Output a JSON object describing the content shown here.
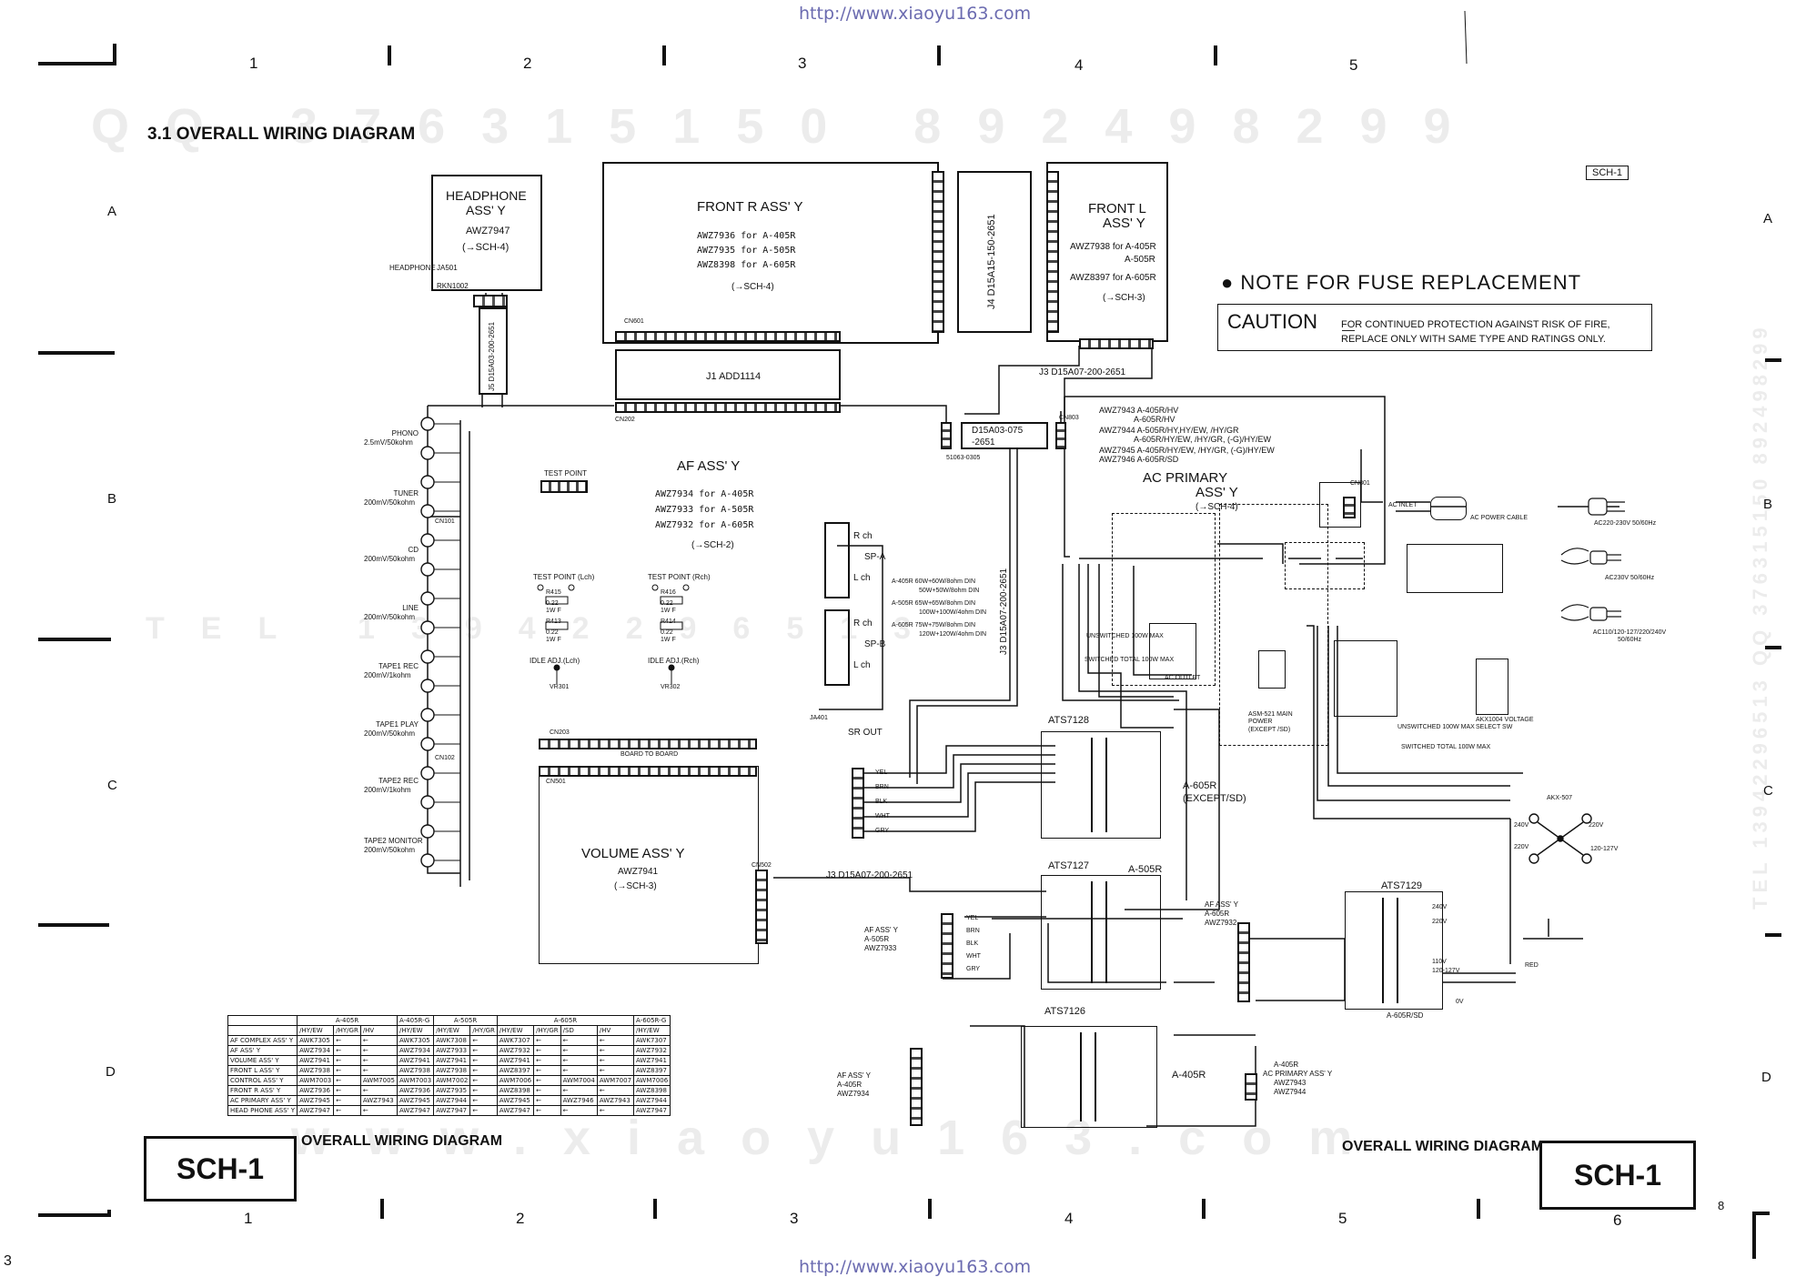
{
  "header_url": "http://www.xiaoyu163.com",
  "footer_url": "http://www.xiaoyu163.com",
  "top_columns": [
    "1",
    "2",
    "3",
    "4",
    "5"
  ],
  "bottom_columns": [
    "1",
    "2",
    "3",
    "4",
    "5",
    "6"
  ],
  "row_letters": [
    "A",
    "B",
    "C",
    "D"
  ],
  "page_corner_left": "3",
  "page_corner_right": "8",
  "section_title": "3.1 OVERALL WIRING DIAGRAM",
  "watermark_top": "QQ 376315150  892498299",
  "watermark_mid": "TEL 13942296513",
  "watermark_bottom": "www.xiaoyu163.com",
  "side_watermark": "TEL 13942296513 QQ 376315150 892498299",
  "sch_ref_small": "SCH-1",
  "sch_label": "SCH-1",
  "footer_left": "OVERALL WIRING DIAGRAM",
  "footer_right": "OVERALL WIRING DIAGRAM",
  "fuse_note": {
    "title": "NOTE FOR FUSE REPLACEMENT",
    "caution": "CAUTION",
    "line1": "FOR CONTINUED PROTECTION AGAINST RISK OF FIRE,",
    "line2": "REPLACE ONLY WITH SAME TYPE AND RATINGS ONLY."
  },
  "headphone": {
    "title1": "HEADPHONE",
    "title2": "ASS' Y",
    "part": "AWZ7947",
    "ref": "(→SCH-4)",
    "jack": "JA501",
    "jack_part": "RKN1002",
    "jack_label": "HEADPHONE"
  },
  "front_r": {
    "title": "FRONT R ASS' Y",
    "rows": [
      "AWZ7936   for   A-405R",
      "AWZ7935   for   A-505R",
      "AWZ8398   for   A-605R"
    ],
    "ref": "(→SCH-4)",
    "cn": "CN601"
  },
  "front_l": {
    "title1": "FRONT L",
    "title2": "ASS' Y",
    "rows": [
      "AWZ7938 for A-405R",
      "A-505R",
      "AWZ8397 for A-605R"
    ],
    "ref": "(→SCH-3)"
  },
  "cables": {
    "j1": "J1 ADD1114",
    "j4": "J4 D15A15-150-2651",
    "j5": "J5 D15A03-200-2651",
    "j3_top": "J3 D15A07-200-2651",
    "j2": "D15A03-075 -2651",
    "j2_ref": "51063-0305",
    "j3_vert": "J3 D15A07-200-2651",
    "j3_bottom": "J3 D15A07-200-2651",
    "cn202": "CN202",
    "cn803": "CN803"
  },
  "af": {
    "title": "AF ASS' Y",
    "rows": [
      "AWZ7934   for  A-405R",
      "AWZ7933   for  A-505R",
      "AWZ7932   for  A-605R"
    ],
    "ref": "(→SCH-2)",
    "test_point": "TEST POINT",
    "cn101": "CN101",
    "cn102": "CN102",
    "tp_l": "TEST POINT (Lch)",
    "tp_r": "TEST POINT (Rch)",
    "idle_l": "IDLE ADJ.(Lch)",
    "idle_r": "IDLE ADJ.(Rch)",
    "vr_l": "VR301",
    "vr_r": "VR302",
    "res_l": [
      "R415",
      "0.22",
      "1W F",
      "R413",
      "0.22",
      "1W F"
    ],
    "res_r": [
      "R416",
      "0.22",
      "1W F",
      "R414",
      "0.22",
      "1W F"
    ]
  },
  "inputs": [
    {
      "name": "PHONO",
      "spec": "2.5mV/50kohm"
    },
    {
      "name": "TUNER",
      "spec": "200mV/50kohm"
    },
    {
      "name": "CD",
      "spec": "200mV/50kohm"
    },
    {
      "name": "LINE",
      "spec": "200mV/50kohm"
    },
    {
      "name": "TAPE1 REC",
      "spec": "200mV/1kohm"
    },
    {
      "name": "TAPE1 PLAY",
      "spec": "200mV/50kohm"
    },
    {
      "name": "TAPE2 REC",
      "spec": "200mV/1kohm"
    },
    {
      "name": "TAPE2 MONITOR",
      "spec": "200mV/50kohm"
    }
  ],
  "speakers": {
    "sp_a": "SP-A",
    "sp_b": "SP-B",
    "r_ch": "R ch",
    "l_ch": "L ch",
    "specs": [
      "A-405R 60W+60W/8ohm DIN",
      "50W+50W/8ohm DIN",
      "A-505R 65W+65W/8ohm DIN",
      "100W+100W/4ohm DIN",
      "A-605R 75W+75W/8ohm DIN",
      "120W+120W/4ohm DIN"
    ],
    "sr_out": "SR OUT",
    "jack": "JA401"
  },
  "volume": {
    "title": "VOLUME ASS' Y",
    "part": "AWZ7941",
    "ref": "(→SCH-3)",
    "cn203": "CN203",
    "cn501": "CN501",
    "cn502": "CN502",
    "btb": "BOARD TO BOARD"
  },
  "ac_primary": {
    "parts": [
      "AWZ7943 A-405R/HV",
      "A-605R/HV",
      "AWZ7944 A-505R/HY,HY/EW, /HY/GR",
      "A-605R/HY/EW, /HY/GR, (-G)/HY/EW",
      "AWZ7945 A-405R/HY/EW, /HY/GR, (-G)/HY/EW",
      "AWZ7946 A-605R/SD"
    ],
    "title1": "AC PRIMARY",
    "title2": "ASS' Y",
    "ref": "(→SCH-4)",
    "unswitched": "UNSWITCHED 100W MAX",
    "switched": "SWITCHED TOTAL 100W MAX",
    "ac_outlet": "AC OUTLET",
    "main_power": "ASM-521 MAIN POWER (EXCEPT /SD)",
    "voltage_select": "AKX1004 VOLTAGE SELECT SW",
    "ac_power_cable": "AC POWER CABLE",
    "ac_inlet": "AC INLET",
    "cn801": "CN801"
  },
  "plugs": [
    "AC220-230V 50/60Hz",
    "AC230V 50/60Hz",
    "AC110/120-127/220/240V 50/60Hz"
  ],
  "transformers": {
    "t128": "ATS7128",
    "t127": "ATS7127",
    "t129": "ATS7129",
    "t126": "ATS7126",
    "m605": "A-605R (EXCEPT/SD)",
    "m505": "A-505R",
    "m405": "A-405R",
    "m605sd": "A-605R/SD",
    "wires": [
      "YEL",
      "BRN",
      "BLK",
      "WHT",
      "GRY"
    ],
    "v240": "240V",
    "v220": "220V",
    "v110": "110V",
    "v120": "120-127V",
    "v0": "0V",
    "red": "RED",
    "akx": "AKX-507"
  },
  "af_refs": {
    "af505": [
      "AF ASS' Y",
      "A-505R",
      "AWZ7933"
    ],
    "af605": [
      "AF ASS' Y",
      "A-605R",
      "AWZ7932"
    ],
    "af405": [
      "AF ASS' Y",
      "A-405R",
      "AWZ7934"
    ],
    "acp405": [
      "A-405R",
      "AC PRIMARY ASS' Y",
      "AWZ7943",
      "AWZ7944"
    ]
  },
  "table": {
    "header1": [
      "",
      "A-405R",
      "",
      "",
      "A-405R-G",
      "A-505R",
      "",
      "A-605R",
      "",
      "",
      "",
      "A-605R-G"
    ],
    "header2": [
      "",
      "/HY/EW",
      "/HY/GR",
      "/HV",
      "/HY/EW",
      "/HY/EW",
      "/HY/GR",
      "/HY/EW",
      "/HY/GR",
      "/SD",
      "/HV",
      "/HY/EW"
    ],
    "rows": [
      [
        "AF COMPLEX ASS' Y",
        "AWK7305",
        "←",
        "←",
        "AWK7305",
        "AWK7308",
        "←",
        "AWK7307",
        "←",
        "←",
        "←",
        "AWK7307"
      ],
      [
        "AF ASS' Y",
        "AWZ7934",
        "←",
        "←",
        "AWZ7934",
        "AWZ7933",
        "←",
        "AWZ7932",
        "←",
        "←",
        "←",
        "AWZ7932"
      ],
      [
        "VOLUME ASS' Y",
        "AWZ7941",
        "←",
        "←",
        "AWZ7941",
        "AWZ7941",
        "←",
        "AWZ7941",
        "←",
        "←",
        "←",
        "AWZ7941"
      ],
      [
        "FRONT L ASS' Y",
        "AWZ7938",
        "←",
        "←",
        "AWZ7938",
        "AWZ7938",
        "←",
        "AWZ8397",
        "←",
        "←",
        "←",
        "AWZ8397"
      ],
      [
        "CONTROL ASS' Y",
        "AWM7003",
        "←",
        "AWM7005",
        "AWM7003",
        "AWM7002",
        "←",
        "AWM7006",
        "←",
        "AWM7004",
        "AWM7007",
        "AWM7006"
      ],
      [
        "FRONT R ASS' Y",
        "AWZ7936",
        "←",
        "←",
        "AWZ7936",
        "AWZ7935",
        "←",
        "AWZ8398",
        "←",
        "←",
        "←",
        "AWZ8398"
      ],
      [
        "AC PRIMARY ASS' Y",
        "AWZ7945",
        "←",
        "AWZ7943",
        "AWZ7945",
        "AWZ7944",
        "←",
        "AWZ7945",
        "←",
        "AWZ7946",
        "AWZ7943",
        "AWZ7944"
      ],
      [
        "HEAD PHONE ASS' Y",
        "AWZ7947",
        "←",
        "←",
        "AWZ7947",
        "AWZ7947",
        "←",
        "AWZ7947",
        "←",
        "←",
        "←",
        "AWZ7947"
      ]
    ]
  }
}
